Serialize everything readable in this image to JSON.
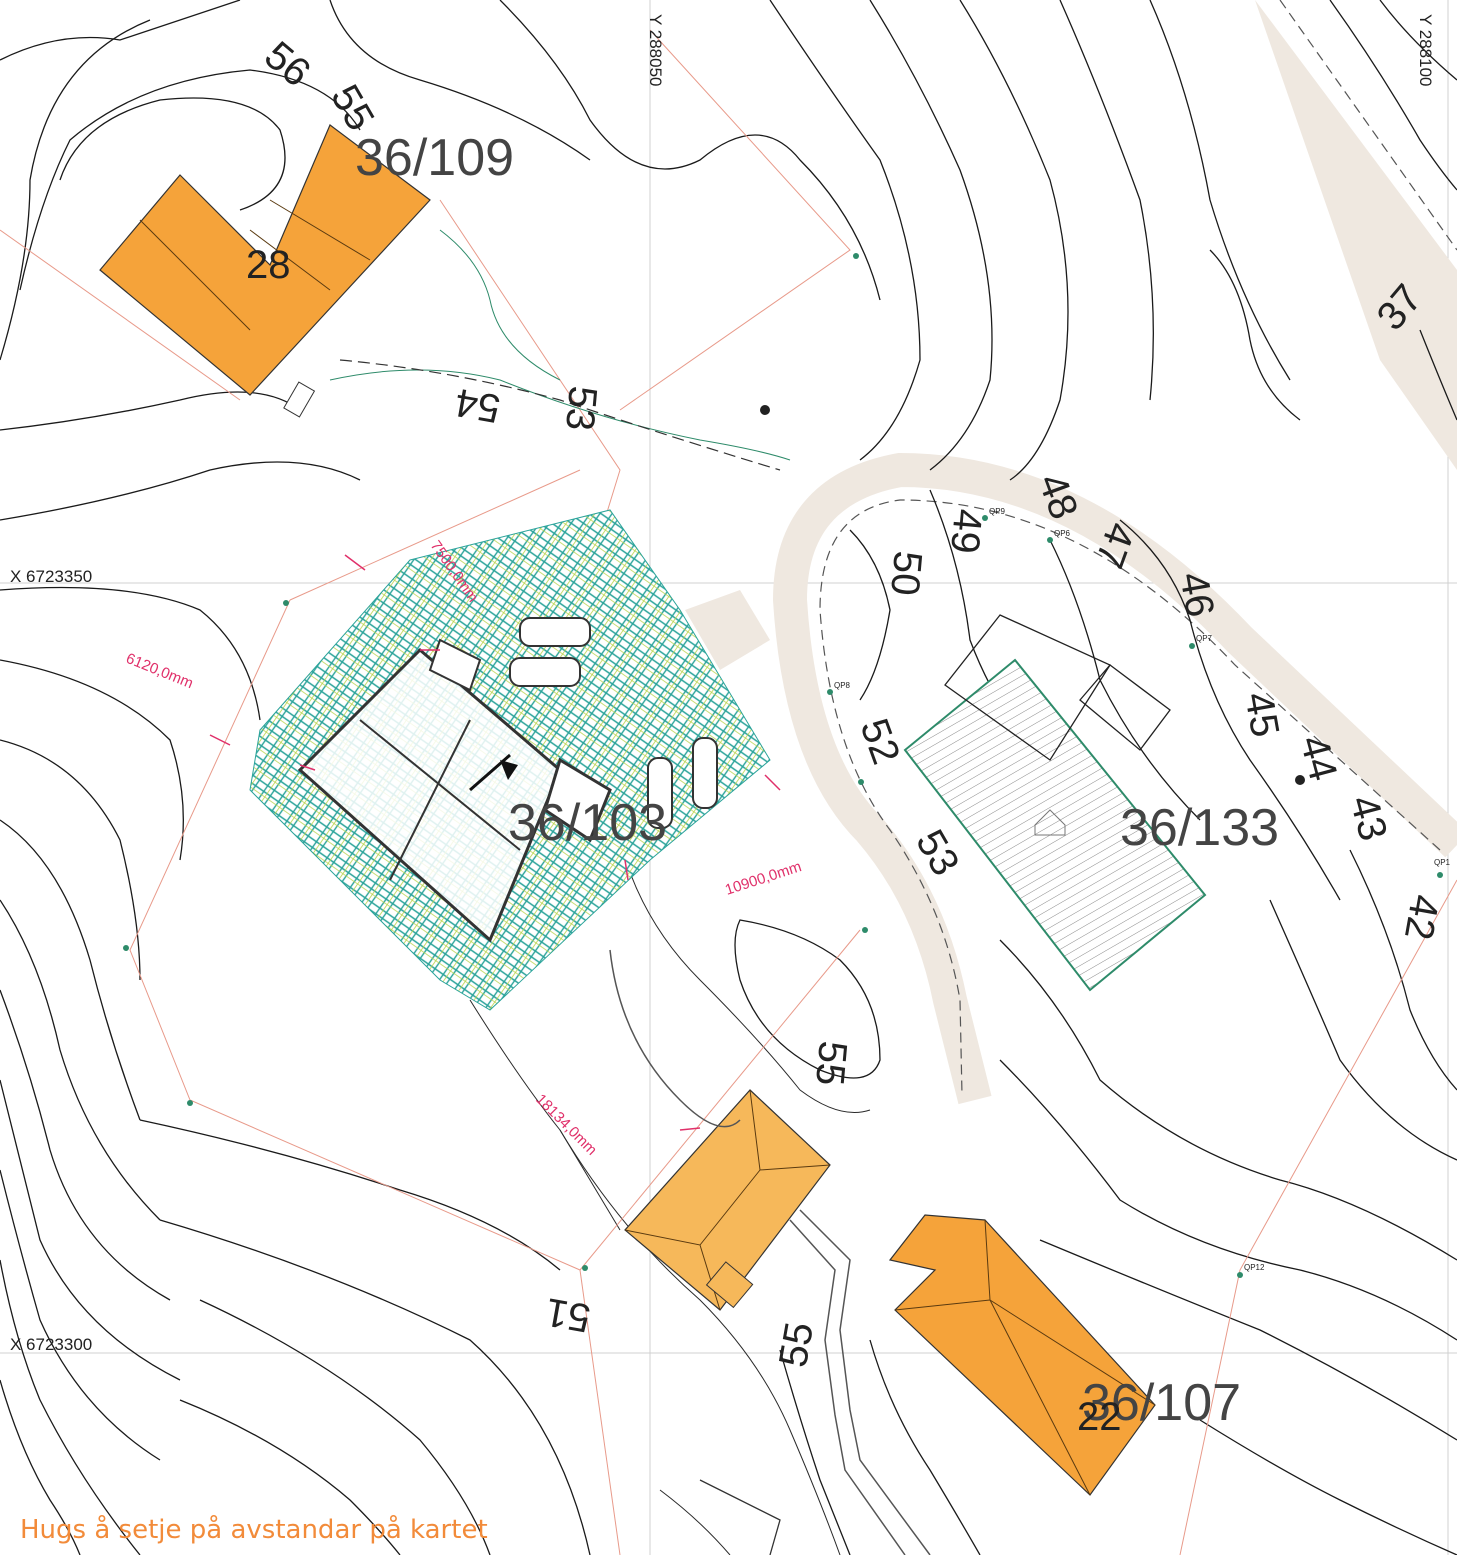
{
  "coords": {
    "y1": "Y 288050",
    "y2": "Y 288100",
    "x1": "X 6723350",
    "x2": "X 6723300"
  },
  "plots": {
    "p109": "36/109",
    "p103": "36/103",
    "p133": "36/133",
    "p107": "36/107"
  },
  "house_numbers": {
    "h28": "28",
    "h22": "22"
  },
  "elevations": {
    "e56": "56",
    "e55a": "55",
    "e54": "54",
    "e53a": "53",
    "e50": "50",
    "e49": "49",
    "e48": "48",
    "e47": "47",
    "e46": "46",
    "e45": "45",
    "e44": "44",
    "e43": "43",
    "e42": "42",
    "e37": "37",
    "e52": "52",
    "e53b": "53",
    "e55b": "55",
    "e51": "51",
    "e55c": "55"
  },
  "dimensions": {
    "d7500": "7500,0mm",
    "d6120": "6120,0mm",
    "d10900": "10900,0mm",
    "d18134": "18134,0mm"
  },
  "points": {
    "qp1": "QP1",
    "qp6": "QP6",
    "qp7": "QP7",
    "qp8": "QP8",
    "qp9": "QP9",
    "qp12": "QP12"
  },
  "note": "Hugs å setje på avstandar på kartet",
  "colors": {
    "house": "#f5a33a",
    "dimension": "#e0306a",
    "hatch": "#2aa39a",
    "note": "#f28b3a"
  }
}
